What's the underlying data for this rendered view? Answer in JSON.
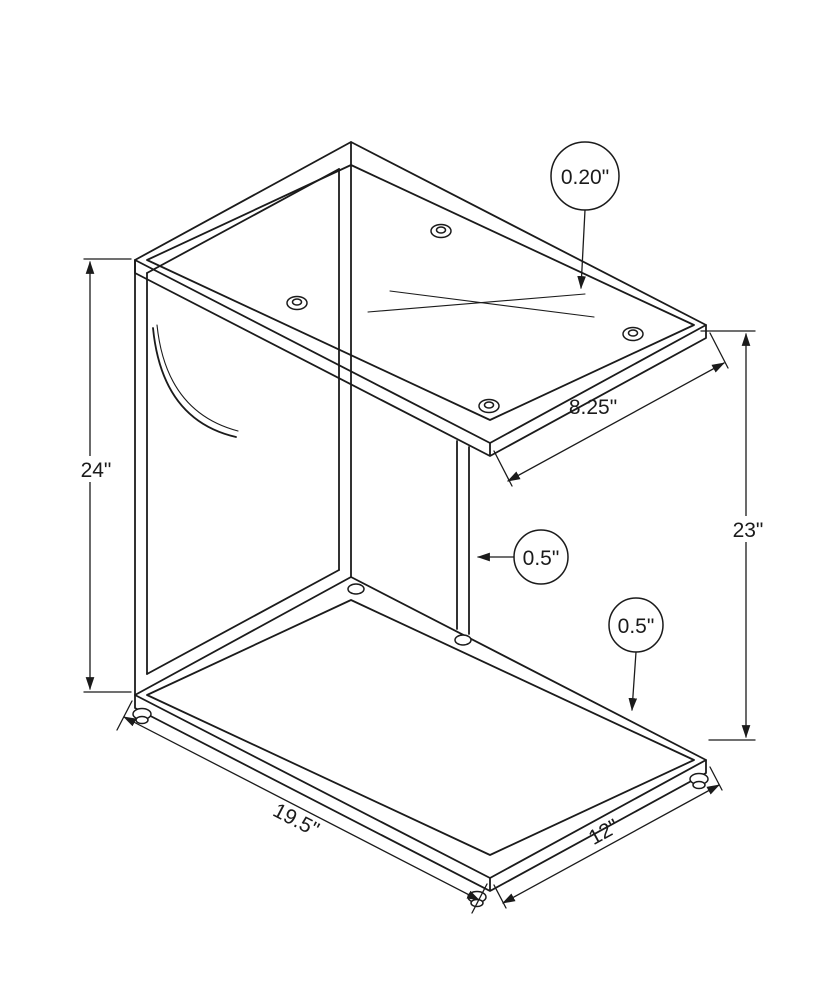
{
  "diagram": {
    "subject": "c-shaped-accent-table-dimension-drawing",
    "background_color": "#ffffff",
    "ink_color": "#1b1b1b",
    "dimensions": {
      "overall_height": "24\"",
      "glass_thickness": "0.20\"",
      "top_depth": "8.25\"",
      "clearance_height": "23\"",
      "post_thickness": "0.5\"",
      "base_frame_thickness": "0.5\"",
      "base_length": "19.5\"",
      "base_width": "12\""
    }
  }
}
